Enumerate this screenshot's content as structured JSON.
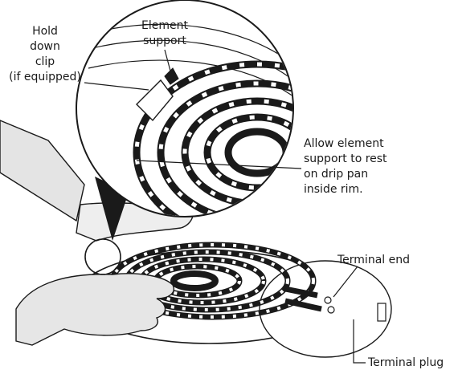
{
  "labels": {
    "hold_down_clip": [
      "Hold",
      "down",
      "clip",
      "(if equipped)"
    ],
    "element_support": [
      "Element",
      "support"
    ],
    "allow_element": [
      "Allow element",
      "support to rest",
      "on drip pan",
      "inside rim."
    ],
    "terminal_end": "Terminal end",
    "terminal_plug": "Terminal plug"
  },
  "colors": {
    "ink": "#1a1a1a",
    "paper": "#ffffff",
    "shade": "#dcdcdc"
  }
}
